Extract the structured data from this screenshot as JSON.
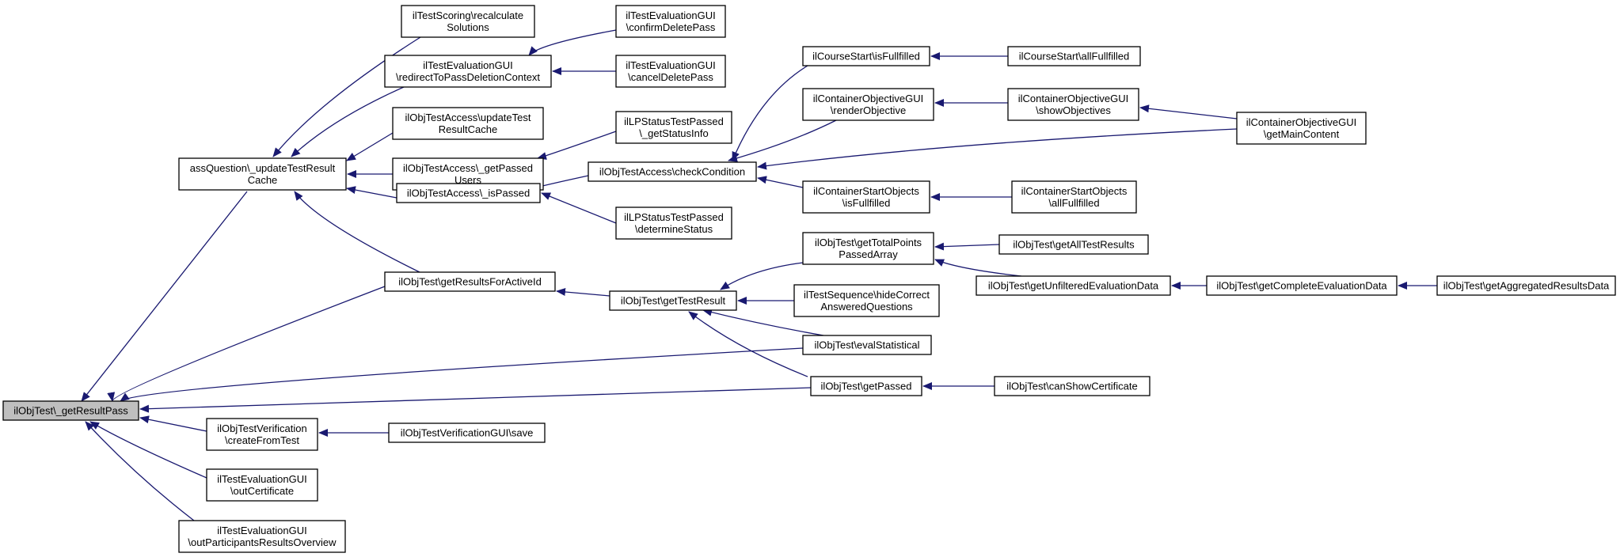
{
  "graph": {
    "edge_color": "#191970",
    "root_fill": "#bfbfbf",
    "nodes": [
      {
        "id": "root",
        "lines": [
          "ilObjTest\\_getResultPass"
        ]
      },
      {
        "id": "assq",
        "lines": [
          "assQuestion\\_updateTestResult",
          "Cache"
        ]
      },
      {
        "id": "getres",
        "lines": [
          "ilObjTest\\getResultsForActiveId"
        ]
      },
      {
        "id": "verif",
        "lines": [
          "ilObjTestVerification",
          "\\createFromTest"
        ]
      },
      {
        "id": "outcert",
        "lines": [
          "ilTestEvaluationGUI",
          "\\outCertificate"
        ]
      },
      {
        "id": "outpart",
        "lines": [
          "ilTestEvaluationGUI",
          "\\outParticipantsResultsOverview"
        ]
      },
      {
        "id": "scoring",
        "lines": [
          "ilTestScoring\\recalculate",
          "Solutions"
        ]
      },
      {
        "id": "redirect",
        "lines": [
          "ilTestEvaluationGUI",
          "\\redirectToPassDeletionContext"
        ]
      },
      {
        "id": "updcache",
        "lines": [
          "ilObjTestAccess\\updateTest",
          "ResultCache"
        ]
      },
      {
        "id": "getpassedusers",
        "lines": [
          "ilObjTestAccess\\_getPassed",
          "Users"
        ]
      },
      {
        "id": "ispassed",
        "lines": [
          "ilObjTestAccess\\_isPassed"
        ]
      },
      {
        "id": "confirmdel",
        "lines": [
          "ilTestEvaluationGUI",
          "\\confirmDeletePass"
        ]
      },
      {
        "id": "canceldel",
        "lines": [
          "ilTestEvaluationGUI",
          "\\cancelDeletePass"
        ]
      },
      {
        "id": "lpstatus",
        "lines": [
          "ilLPStatusTestPassed",
          "\\_getStatusInfo"
        ]
      },
      {
        "id": "checkcond",
        "lines": [
          "ilObjTestAccess\\checkCondition"
        ]
      },
      {
        "id": "detstatus",
        "lines": [
          "ilLPStatusTestPassed",
          "\\determineStatus"
        ]
      },
      {
        "id": "gettestresult",
        "lines": [
          "ilObjTest\\getTestResult"
        ]
      },
      {
        "id": "verifsave",
        "lines": [
          "ilObjTestVerificationGUI\\save"
        ]
      },
      {
        "id": "coursestart",
        "lines": [
          "ilCourseStart\\isFullfilled"
        ]
      },
      {
        "id": "renderobj",
        "lines": [
          "ilContainerObjectiveGUI",
          "\\renderObjective"
        ]
      },
      {
        "id": "startobj",
        "lines": [
          "ilContainerStartObjects",
          "\\isFullfilled"
        ]
      },
      {
        "id": "totalpoints",
        "lines": [
          "ilObjTest\\getTotalPoints",
          "PassedArray"
        ]
      },
      {
        "id": "hidecorrect",
        "lines": [
          "ilTestSequence\\hideCorrect",
          "AnsweredQuestions"
        ]
      },
      {
        "id": "evalstat",
        "lines": [
          "ilObjTest\\evalStatistical"
        ]
      },
      {
        "id": "getpassed",
        "lines": [
          "ilObjTest\\getPassed"
        ]
      },
      {
        "id": "courseall",
        "lines": [
          "ilCourseStart\\allFullfilled"
        ]
      },
      {
        "id": "showobj",
        "lines": [
          "ilContainerObjectiveGUI",
          "\\showObjectives"
        ]
      },
      {
        "id": "startall",
        "lines": [
          "ilContainerStartObjects",
          "\\allFullfilled"
        ]
      },
      {
        "id": "alltest",
        "lines": [
          "ilObjTest\\getAllTestResults"
        ]
      },
      {
        "id": "unfiltered",
        "lines": [
          "ilObjTest\\getUnfilteredEvaluationData"
        ]
      },
      {
        "id": "canshow",
        "lines": [
          "ilObjTest\\canShowCertificate"
        ]
      },
      {
        "id": "maincontent",
        "lines": [
          "ilContainerObjectiveGUI",
          "\\getMainContent"
        ]
      },
      {
        "id": "complete",
        "lines": [
          "ilObjTest\\getCompleteEvaluationData"
        ]
      },
      {
        "id": "aggregated",
        "lines": [
          "ilObjTest\\getAggregatedResultsData"
        ]
      }
    ],
    "edges": [
      {
        "from": "assq",
        "to": "root"
      },
      {
        "from": "getres",
        "to": "root"
      },
      {
        "from": "evalstat",
        "to": "root"
      },
      {
        "from": "getpassed",
        "to": "root"
      },
      {
        "from": "verif",
        "to": "root"
      },
      {
        "from": "outcert",
        "to": "root"
      },
      {
        "from": "outpart",
        "to": "root"
      },
      {
        "from": "scoring",
        "to": "assq"
      },
      {
        "from": "redirect",
        "to": "assq"
      },
      {
        "from": "updcache",
        "to": "assq"
      },
      {
        "from": "getpassedusers",
        "to": "assq"
      },
      {
        "from": "ispassed",
        "to": "assq"
      },
      {
        "from": "getres",
        "to": "assq"
      },
      {
        "from": "confirmdel",
        "to": "redirect"
      },
      {
        "from": "canceldel",
        "to": "redirect"
      },
      {
        "from": "lpstatus",
        "to": "getpassedusers"
      },
      {
        "from": "checkcond",
        "to": "ispassed"
      },
      {
        "from": "detstatus",
        "to": "ispassed"
      },
      {
        "from": "coursestart",
        "to": "checkcond"
      },
      {
        "from": "renderobj",
        "to": "checkcond"
      },
      {
        "from": "startobj",
        "to": "checkcond"
      },
      {
        "from": "maincontent",
        "to": "checkcond"
      },
      {
        "from": "courseall",
        "to": "coursestart"
      },
      {
        "from": "showobj",
        "to": "renderobj"
      },
      {
        "from": "maincontent",
        "to": "showobj"
      },
      {
        "from": "startall",
        "to": "startobj"
      },
      {
        "from": "gettestresult",
        "to": "getres"
      },
      {
        "from": "totalpoints",
        "to": "gettestresult"
      },
      {
        "from": "hidecorrect",
        "to": "gettestresult"
      },
      {
        "from": "evalstat",
        "to": "gettestresult"
      },
      {
        "from": "getpassed",
        "to": "gettestresult"
      },
      {
        "from": "alltest",
        "to": "totalpoints"
      },
      {
        "from": "unfiltered",
        "to": "totalpoints"
      },
      {
        "from": "complete",
        "to": "unfiltered"
      },
      {
        "from": "aggregated",
        "to": "complete"
      },
      {
        "from": "canshow",
        "to": "getpassed"
      },
      {
        "from": "verifsave",
        "to": "verif"
      }
    ]
  }
}
